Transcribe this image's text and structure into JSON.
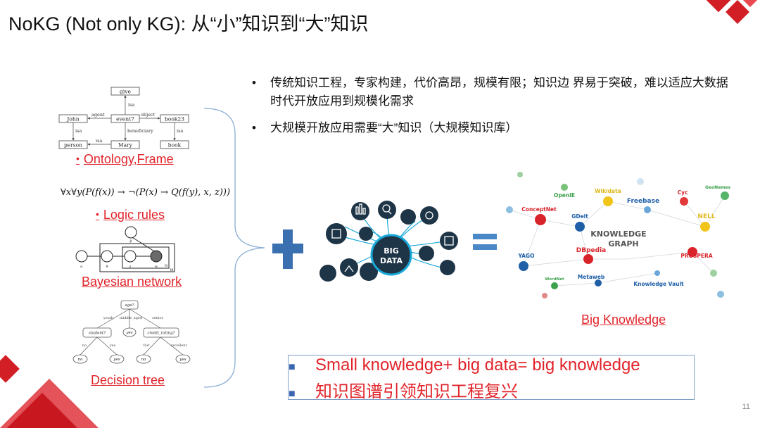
{
  "slide": {
    "title": "NoKG (Not only KG): 从“小”知识到“大”知识",
    "page_number": "11"
  },
  "left_panel": {
    "ontology": {
      "label": "Ontology,Frame",
      "nodes": [
        "give",
        "John",
        "event7",
        "book23",
        "person",
        "Mary",
        "book"
      ],
      "edges": [
        "isa",
        "agent",
        "object",
        "isa",
        "beneficiary",
        "isa",
        "isa"
      ]
    },
    "logic": {
      "formula": "∀x∀y(P(f(x)) → ¬(P(x) → Q(f(y), x, z)))",
      "label": "Logic rules"
    },
    "bayes": {
      "label": "Bayesian network",
      "nodes": [
        "α",
        "θ",
        "z",
        "w",
        "β"
      ],
      "plates": [
        "N",
        "M"
      ]
    },
    "tree": {
      "label": "Decision tree",
      "root": "age?",
      "branches": [
        "youth",
        "middle_aged",
        "senior",
        "no",
        "yes",
        "fair",
        "excellent"
      ],
      "nodes": [
        "student?",
        "yes",
        "credit_rating?",
        "no",
        "yes",
        "no",
        "yes"
      ]
    }
  },
  "bullets": [
    "传统知识工程，专家构建，代价高昂，规模有限；知识边 界易于突破，难以适应大数据时代开放应用到规模化需求",
    "大规模开放应用需要“大”知识（大规模知识库）"
  ],
  "big_data": {
    "label_line1": "BIG",
    "label_line2": "DATA"
  },
  "big_knowledge": {
    "label": "Big Knowledge",
    "center_line1": "KNOWLEDGE",
    "center_line2": "GRAPH",
    "sources": [
      "Wikidata",
      "OpenIE",
      "ConceptNet",
      "Freebase",
      "Cyc",
      "GeoNames",
      "NELL",
      "GDelt",
      "YAGO",
      "DBpedia",
      "PROSPERA",
      "WordNet",
      "Metaweb",
      "Knowledge Vault"
    ]
  },
  "callout": {
    "line1": "Small knowledge+ big data= big knowledge",
    "line2": "知识图谱引领知识工程复兴",
    "marker": "■"
  },
  "colors": {
    "accent_red": "#e0242a",
    "plus_blue": "#3a6fb0",
    "equals_blue": "#4a88c8",
    "bigdata_dark": "#1e3447",
    "bigdata_cyan": "#19a8d8"
  }
}
